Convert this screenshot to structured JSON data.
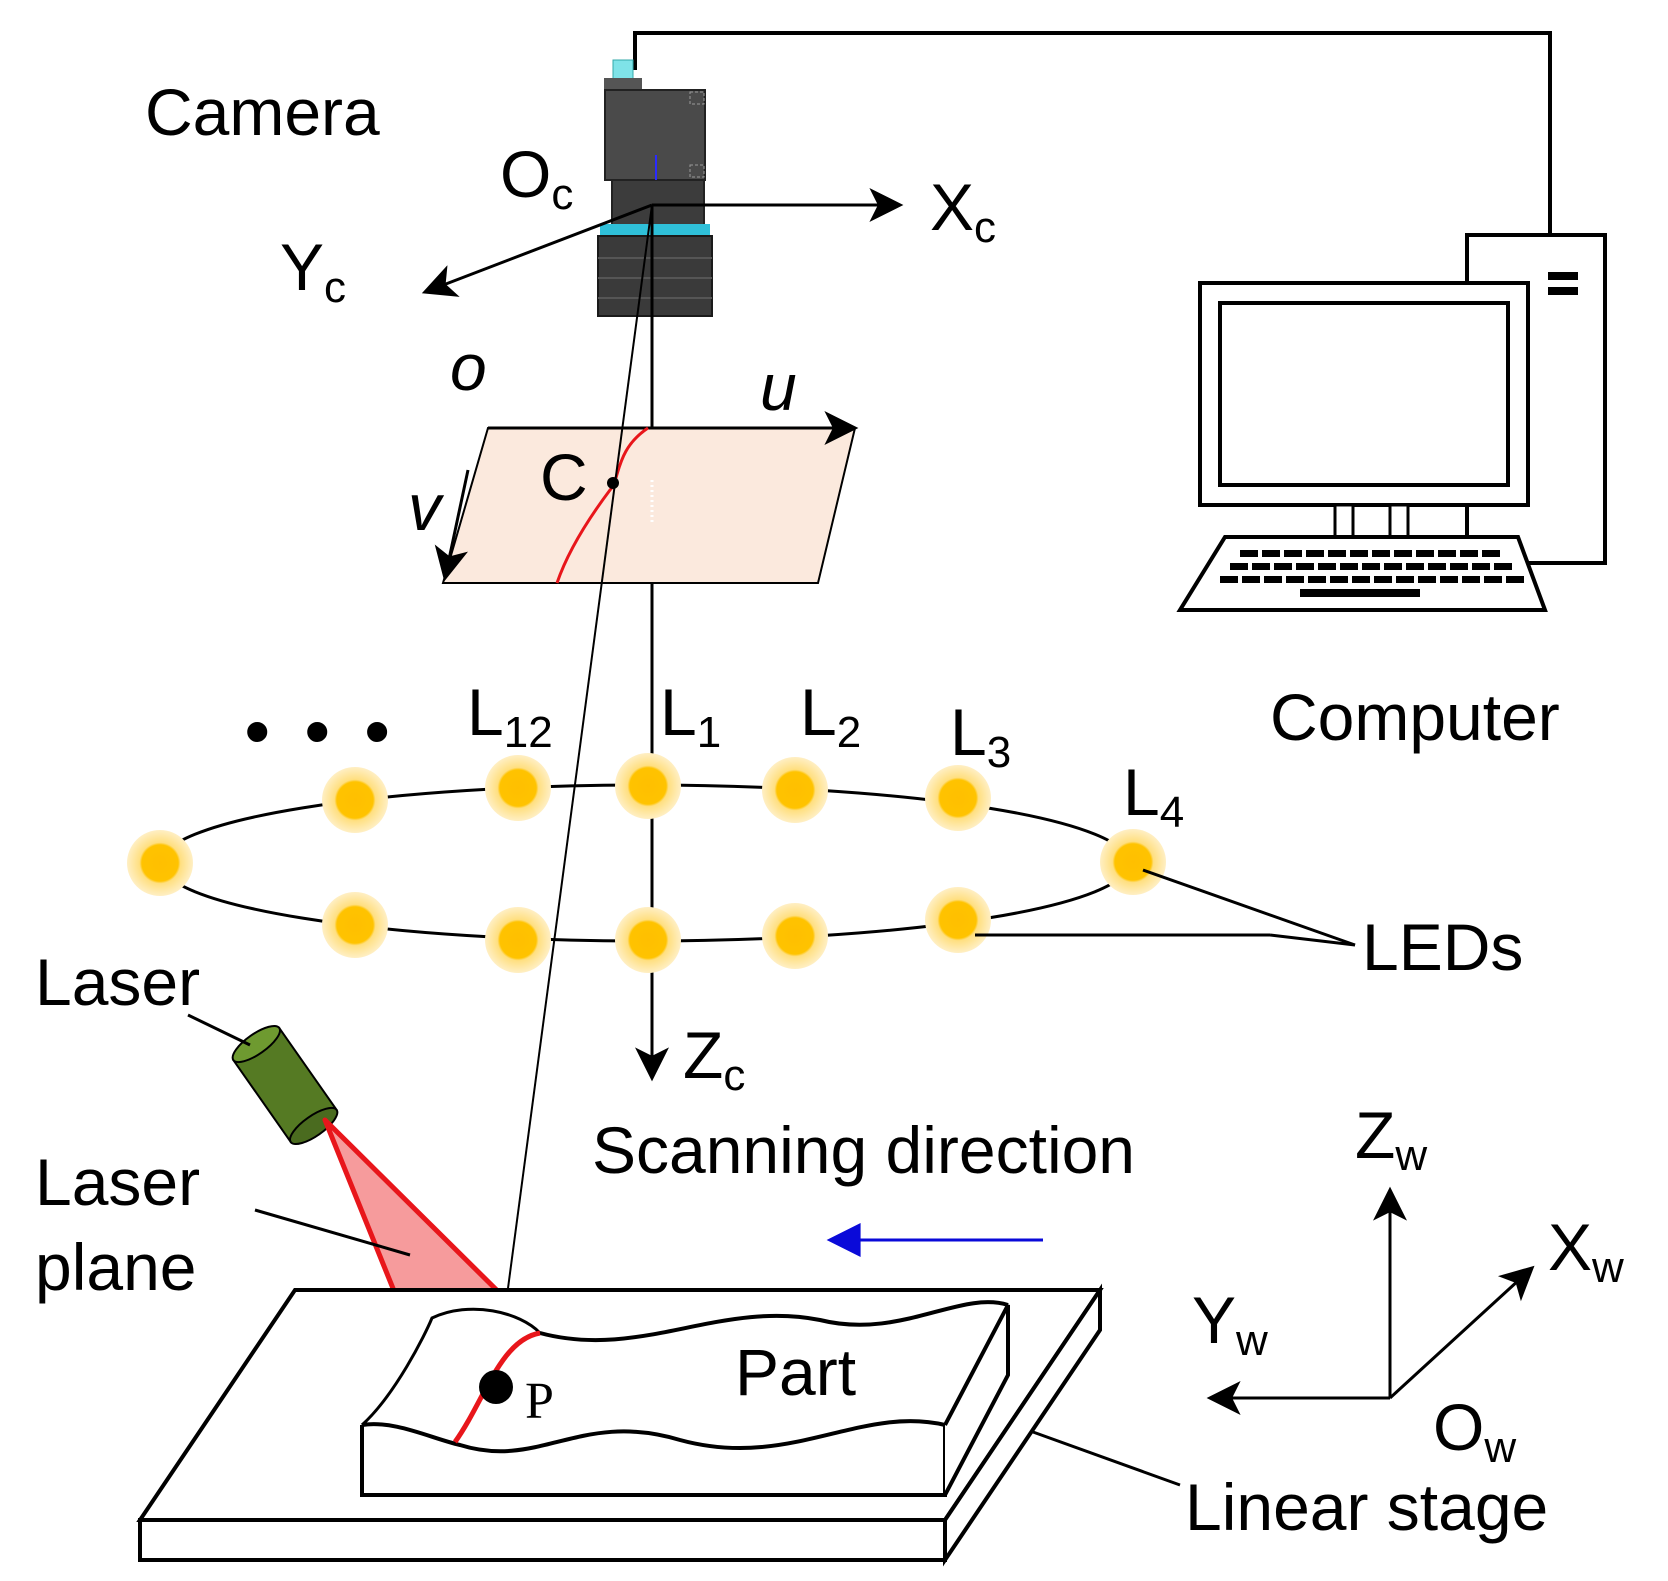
{
  "labels": {
    "camera": "Camera",
    "computer": "Computer",
    "leds": "LEDs",
    "laser": "Laser",
    "laser_plane_line1": "Laser",
    "laser_plane_line2": "plane",
    "part": "Part",
    "linear_stage": "Linear stage",
    "scanning_direction": "Scanning direction",
    "point_p": "P",
    "point_c": "C",
    "image_origin": "o",
    "image_u": "u",
    "image_v": "v",
    "ellipsis": "• • •"
  },
  "camera_frame": {
    "origin": {
      "main": "O",
      "sub": "c"
    },
    "x": {
      "main": "X",
      "sub": "c"
    },
    "y": {
      "main": "Y",
      "sub": "c"
    },
    "z": {
      "main": "Z",
      "sub": "c"
    }
  },
  "world_frame": {
    "origin": {
      "main": "O",
      "sub": "w"
    },
    "x": {
      "main": "X",
      "sub": "w"
    },
    "y": {
      "main": "Y",
      "sub": "w"
    },
    "z": {
      "main": "Z",
      "sub": "w"
    }
  },
  "led_labels": [
    {
      "main": "L",
      "sub": "12"
    },
    {
      "main": "L",
      "sub": "1"
    },
    {
      "main": "L",
      "sub": "2"
    },
    {
      "main": "L",
      "sub": "3"
    },
    {
      "main": "L",
      "sub": "4"
    }
  ],
  "colors": {
    "led_core": "#FFBF00",
    "led_glow": "#FFE9A8",
    "laser_plane_fill": "#F5898B",
    "laser_edge": "#E8161B",
    "image_plane_fill": "#FBE9DD",
    "laser_body": "#557A23",
    "camera_body": "#4A4A4A",
    "camera_ring": "#2FC0D9",
    "scan_arrow": "#0A0AD9"
  }
}
